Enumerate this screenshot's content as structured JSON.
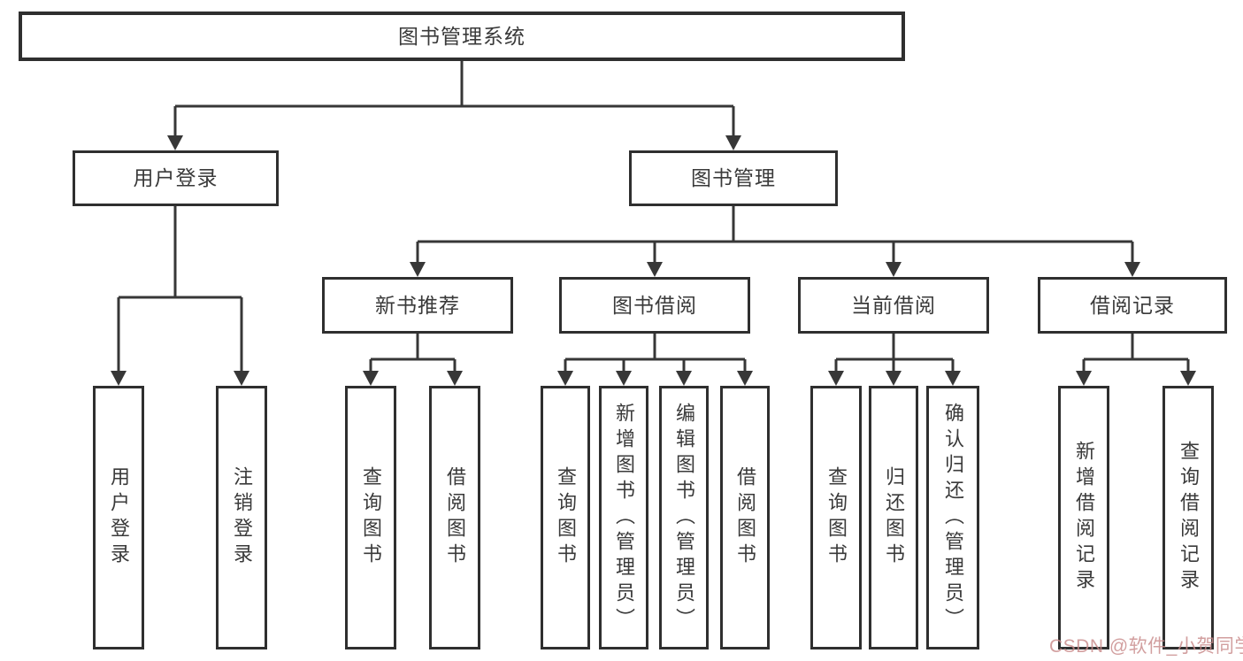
{
  "diagram": {
    "title": "图书管理系统",
    "colors": {
      "line": "#373737",
      "box_border": "#2f2f2f",
      "text": "#3a3a3a",
      "watermark": "#c88a8a",
      "background": "#ffffff"
    },
    "tree": {
      "label": "图书管理系统",
      "children": [
        {
          "label": "用户登录",
          "children": [
            {
              "label": "用户登录"
            },
            {
              "label": "注销登录"
            }
          ]
        },
        {
          "label": "图书管理",
          "children": [
            {
              "label": "新书推荐",
              "children": [
                {
                  "label": "查询图书"
                },
                {
                  "label": "借阅图书"
                }
              ]
            },
            {
              "label": "图书借阅",
              "children": [
                {
                  "label": "查询图书"
                },
                {
                  "label": "新增图书（管理员）"
                },
                {
                  "label": "编辑图书（管理员）"
                },
                {
                  "label": "借阅图书"
                }
              ]
            },
            {
              "label": "当前借阅",
              "children": [
                {
                  "label": "查询图书"
                },
                {
                  "label": "归还图书"
                },
                {
                  "label": "确认归还（管理员）"
                }
              ]
            },
            {
              "label": "借阅记录",
              "children": [
                {
                  "label": "新增借阅记录"
                },
                {
                  "label": "查询借阅记录"
                }
              ]
            }
          ]
        }
      ]
    },
    "watermark": {
      "text": "CSDN @软件_小贺同学"
    }
  }
}
